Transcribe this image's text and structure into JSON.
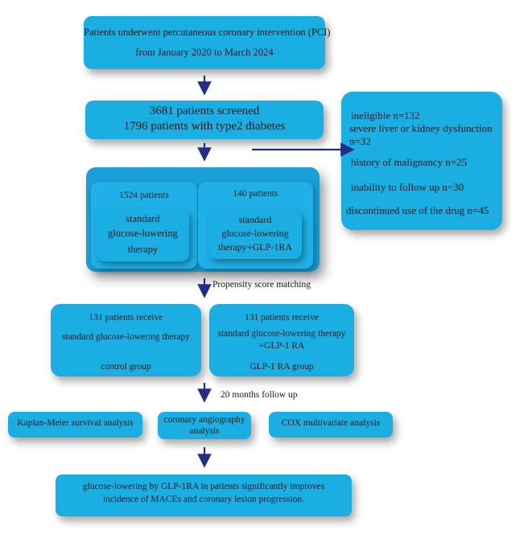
{
  "colors": {
    "box_fill": "#1aaee3",
    "outer_box_fill": "#1a9fd6",
    "arrow": "#1f2f8a"
  },
  "top_box": {
    "line1": "Patients  underwent percutaneous coronary intervention (PCI)",
    "line2": "from January 2020 to March 2024"
  },
  "screen_box": {
    "line1": "3681 patients screened",
    "line2": "1796 patients with type2 diabetes"
  },
  "exclusion_box": {
    "items": [
      "ineligible n=132",
      "severe liver or kidney dysfunction",
      "n=32",
      "history of malignancy n=25",
      "inability to follow up n=30",
      "discontinued use of the drug n=45"
    ]
  },
  "group_left": {
    "count": "1524 patients",
    "line1": "standard",
    "line2": "glucose-lowering",
    "line3": "therapy"
  },
  "group_right": {
    "count": "140 patients",
    "line1": "standard",
    "line2": "glucose-lowering",
    "line3": "therapy+GLP-1RA"
  },
  "psm_label": "Propensity score matching",
  "control_box": {
    "line1": "131 patients receive",
    "line2": "standard glucose-lowering therapy",
    "line3": "control group"
  },
  "glp_box": {
    "line1": "131 patients  receive",
    "line2": "standard glucose-lowering therapy",
    "line3": "+GLP-1 RA",
    "line4": "GLP-1 RA group"
  },
  "followup_label": "20 months follow up",
  "analysis": {
    "km": "Kaplan-Meier survival analysis",
    "angio_line1": "coronary angiography",
    "angio_line2": "analysis",
    "cox": "COX multivariate analysis"
  },
  "conclusion_box": {
    "line1": "glucose-lowering  by GLP-1RA in patients significantly improves",
    "line2": "incidence of MACEs and coronary lesion progression."
  }
}
